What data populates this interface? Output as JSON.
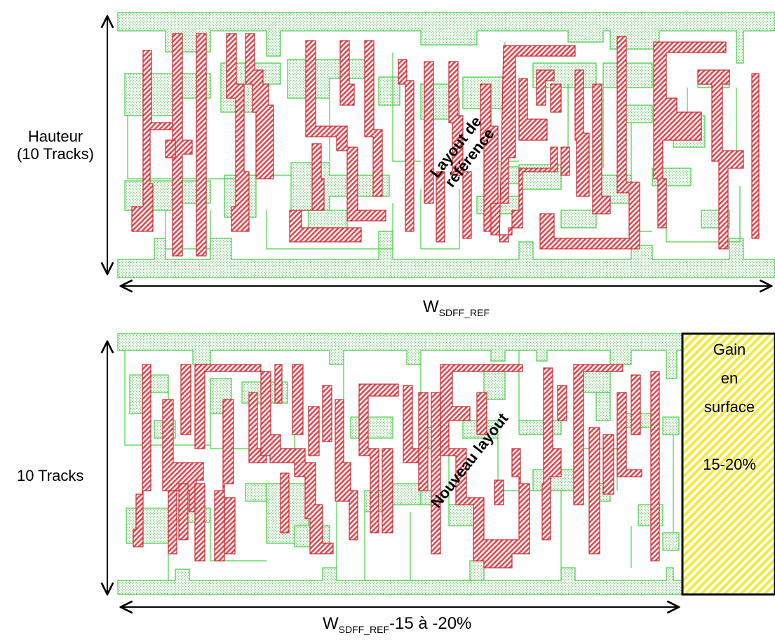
{
  "labels": {
    "top_height_line1": "Hauteur",
    "top_height_line2": "(10 Tracks)",
    "bottom_height": "10 Tracks",
    "top_width_main": "W",
    "top_width_sub": "SDFF_REF",
    "bottom_width_main": "W",
    "bottom_width_sub": "SDFF_REF",
    "bottom_width_suffix": "-15 à -20%"
  },
  "top_layout": {
    "name_line1": "Layout de",
    "name_line2": "référence"
  },
  "bottom_layout": {
    "name": "Nouveau layout"
  },
  "gain": {
    "line1": "Gain",
    "line2": "en",
    "line3": "surface",
    "line4": "",
    "line5": "15-20%"
  },
  "colors": {
    "poly_red": "#e8444c",
    "diffusion_green": "#55dd55",
    "gain_yellow": "#f2ea3a",
    "arrow": "#000000"
  }
}
